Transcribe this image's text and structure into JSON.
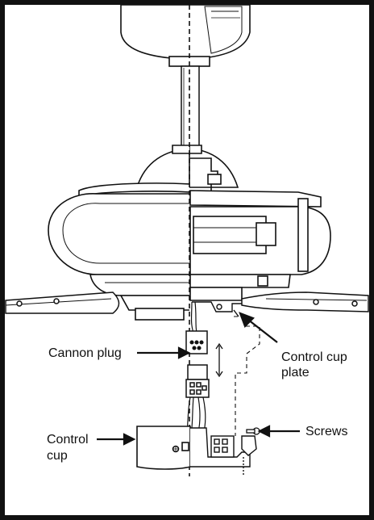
{
  "labels": {
    "cannon_plug": "Cannon plug",
    "control_cup_plate_line1": "Control cup",
    "control_cup_plate_line2": "plate",
    "screws": "Screws",
    "control_cup_line1": "Control",
    "control_cup_line2": "cup"
  },
  "colors": {
    "line": "#111111",
    "background": "#ffffff"
  }
}
